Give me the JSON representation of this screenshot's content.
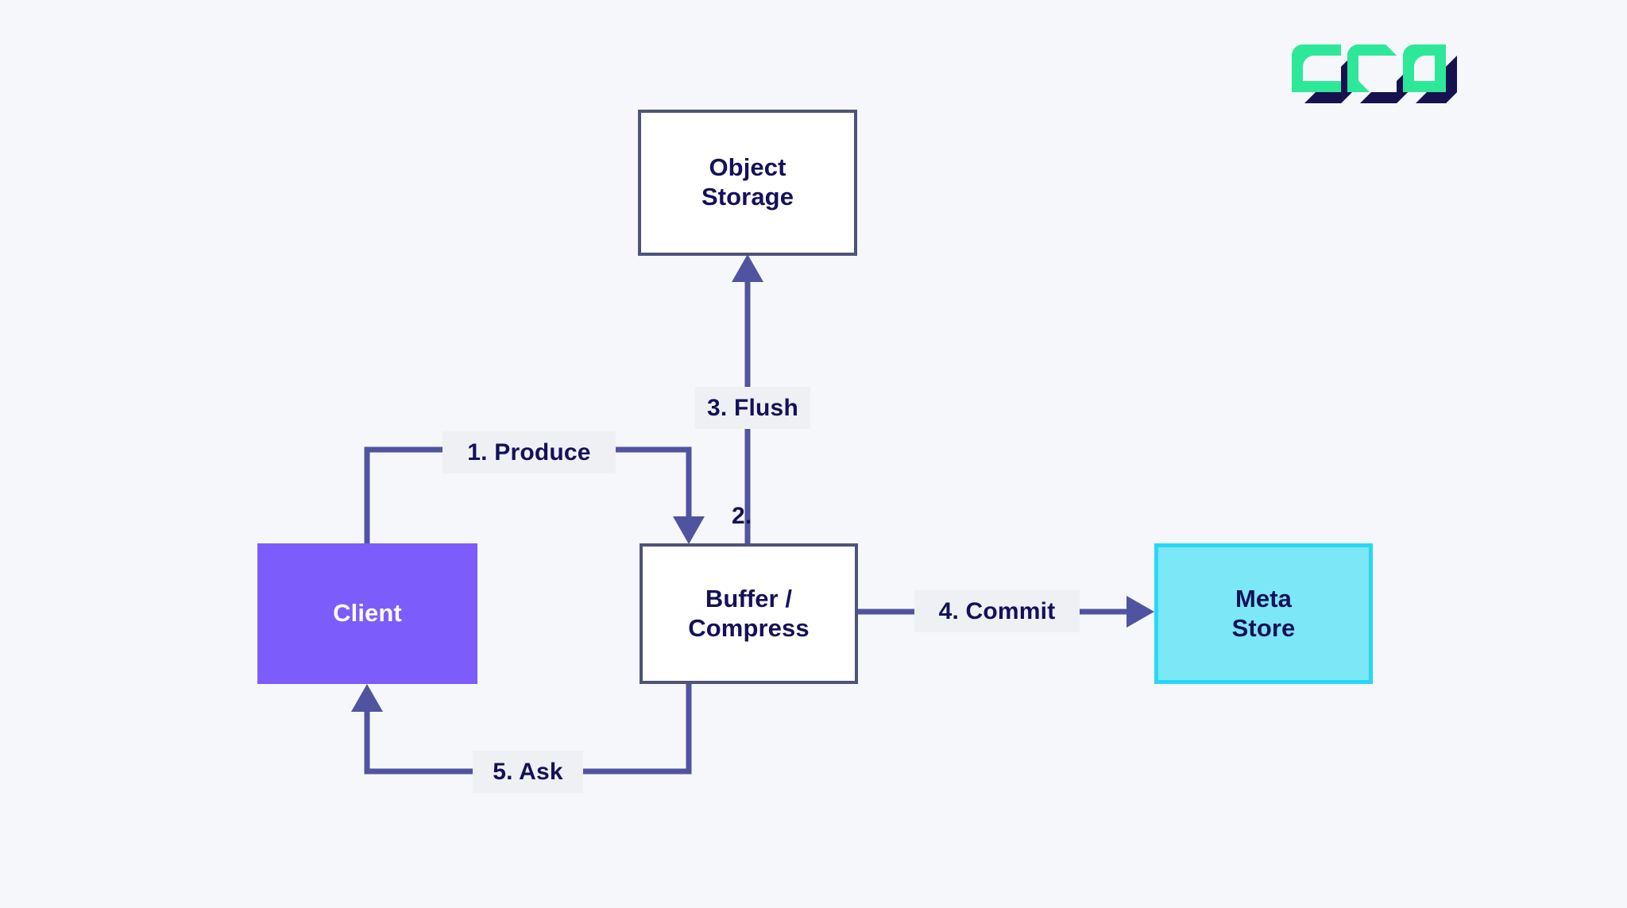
{
  "page": {
    "background_color": "#f5f7fa",
    "title": "Object storage write path diagram"
  },
  "logo": {
    "name": "oso-logo",
    "alt": "OSO",
    "green": "#2ee89a",
    "navy": "#16114f"
  },
  "diagram": {
    "type": "flowchart",
    "edge_color": "#5054a0",
    "label_background": "#eef0f4",
    "label_text_color": "#13115a",
    "nodes": [
      {
        "id": "object-storage",
        "label": "Object\nStorage",
        "fill": "#ffffff",
        "stroke": "#4d5477",
        "text_color": "#13115a"
      },
      {
        "id": "client",
        "label": "Client",
        "fill": "#7c5cfa",
        "stroke": "#7c5cfa",
        "text_color": "#ffffff"
      },
      {
        "id": "buffer-compress",
        "label": "Buffer /\nCompress",
        "fill": "#ffffff",
        "stroke": "#4d5477",
        "text_color": "#13115a"
      },
      {
        "id": "meta-store",
        "label": "Meta\nStore",
        "fill": "#7ce7f7",
        "stroke": "#28d8f2",
        "text_color": "#13115a"
      }
    ],
    "edges": [
      {
        "id": "produce",
        "label": "1. Produce",
        "from": "client",
        "to": "buffer-compress",
        "arrowhead": true
      },
      {
        "id": "buffer-flush-leg",
        "label": "2.",
        "from": "buffer-compress",
        "to": "flush-line",
        "arrowhead": false
      },
      {
        "id": "flush",
        "label": "3. Flush",
        "from": "buffer-compress",
        "to": "object-storage",
        "arrowhead": true
      },
      {
        "id": "commit",
        "label": "4. Commit",
        "from": "buffer-compress",
        "to": "meta-store",
        "arrowhead": true
      },
      {
        "id": "ask",
        "label": "5. Ask",
        "from": "buffer-compress",
        "to": "client",
        "arrowhead": true
      }
    ]
  }
}
